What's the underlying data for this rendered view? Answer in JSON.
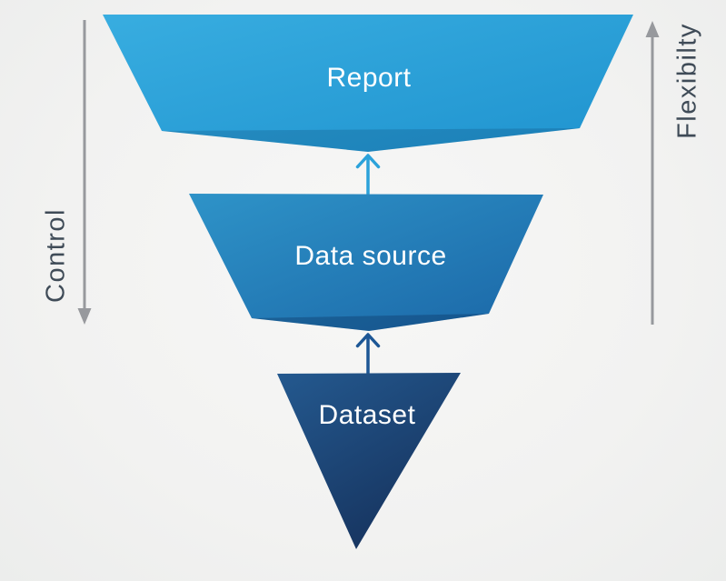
{
  "diagram": {
    "layers": [
      {
        "id": "report",
        "label": "Report",
        "color_top": "#38ade0",
        "color_bottom": "#1f93cf"
      },
      {
        "id": "data-source",
        "label": "Data source",
        "color_top": "#2e93c8",
        "color_bottom": "#1b67a7"
      },
      {
        "id": "dataset",
        "label": "Dataset",
        "color_top": "#24598f",
        "color_bottom": "#16335e"
      }
    ],
    "flow_arrows": [
      {
        "id": "datasource-to-report",
        "color": "#2ba2da"
      },
      {
        "id": "dataset-to-datasource",
        "color": "#1d5795"
      }
    ],
    "axis_left": {
      "label": "Control",
      "direction": "down"
    },
    "axis_right": {
      "label": "Flexibilty",
      "direction": "up"
    },
    "colors": {
      "axis_arrow": "#97999d",
      "axis_label_text": "#3f4b57",
      "layer_label_text": "#ffffff",
      "background": "#f2f2f1"
    }
  }
}
